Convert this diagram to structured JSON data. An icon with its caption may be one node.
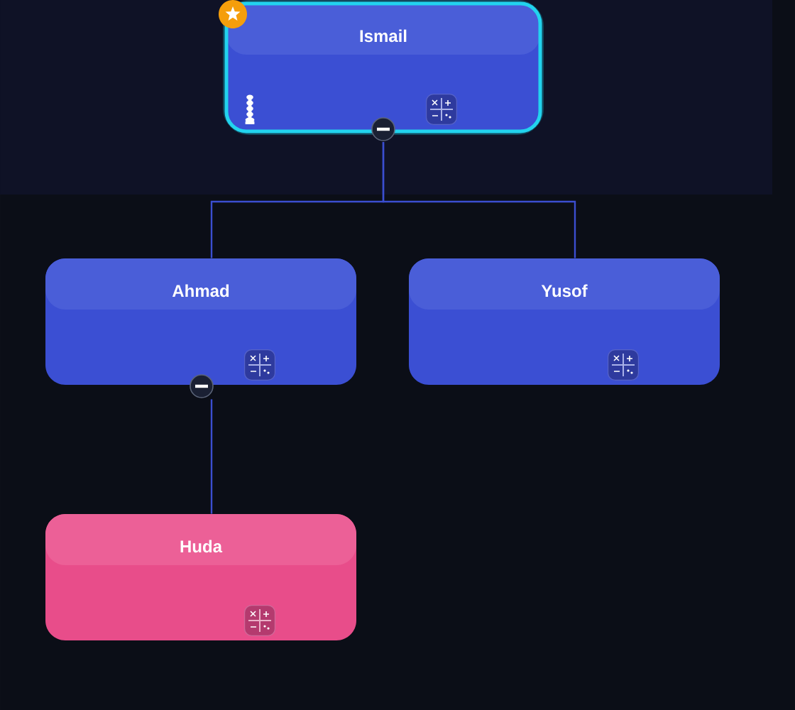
{
  "diagram": {
    "nodes": [
      {
        "text": [
          "Ismail"
        ]
      },
      {
        "text": [
          "Ahmad"
        ]
      },
      {
        "text": [
          "Yusof"
        ]
      },
      {
        "text": [
          "Huda"
        ]
      }
    ],
    "edges": [
      {
        "from": 0,
        "to": 1,
        "arrow": "none"
      },
      {
        "from": 0,
        "to": 2,
        "arrow": "none"
      },
      {
        "from": 1,
        "to": 3,
        "arrow": "none"
      }
    ]
  }
}
